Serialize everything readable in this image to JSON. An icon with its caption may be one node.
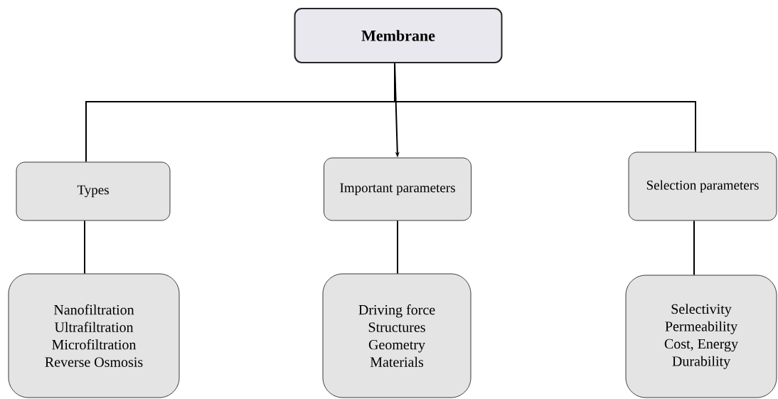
{
  "diagram": {
    "nodes": [
      {
        "text": [
          "Membrane"
        ]
      },
      {
        "text": [
          "Types"
        ]
      },
      {
        "text": [
          "Important parameters"
        ]
      },
      {
        "text": [
          "Selection parameters"
        ]
      },
      {
        "text": [
          "Nanofiltration",
          "Ultrafiltration",
          "Microfiltration",
          "Reverse Osmosis"
        ]
      },
      {
        "text": [
          "Driving force",
          "Structures",
          "Geometry",
          "Materials"
        ]
      },
      {
        "text": [
          "Selectivity",
          "Permeability",
          "Cost, Energy",
          "Durability"
        ]
      }
    ],
    "edges": [
      {
        "from": 0,
        "to": 1,
        "arrow": "none"
      },
      {
        "from": 0,
        "to": 2,
        "arrow": "to"
      },
      {
        "from": 0,
        "to": 3,
        "arrow": "none"
      },
      {
        "from": 1,
        "to": 4,
        "arrow": "none"
      },
      {
        "from": 2,
        "to": 5,
        "arrow": "none"
      },
      {
        "from": 3,
        "to": 6,
        "arrow": "none"
      }
    ]
  }
}
